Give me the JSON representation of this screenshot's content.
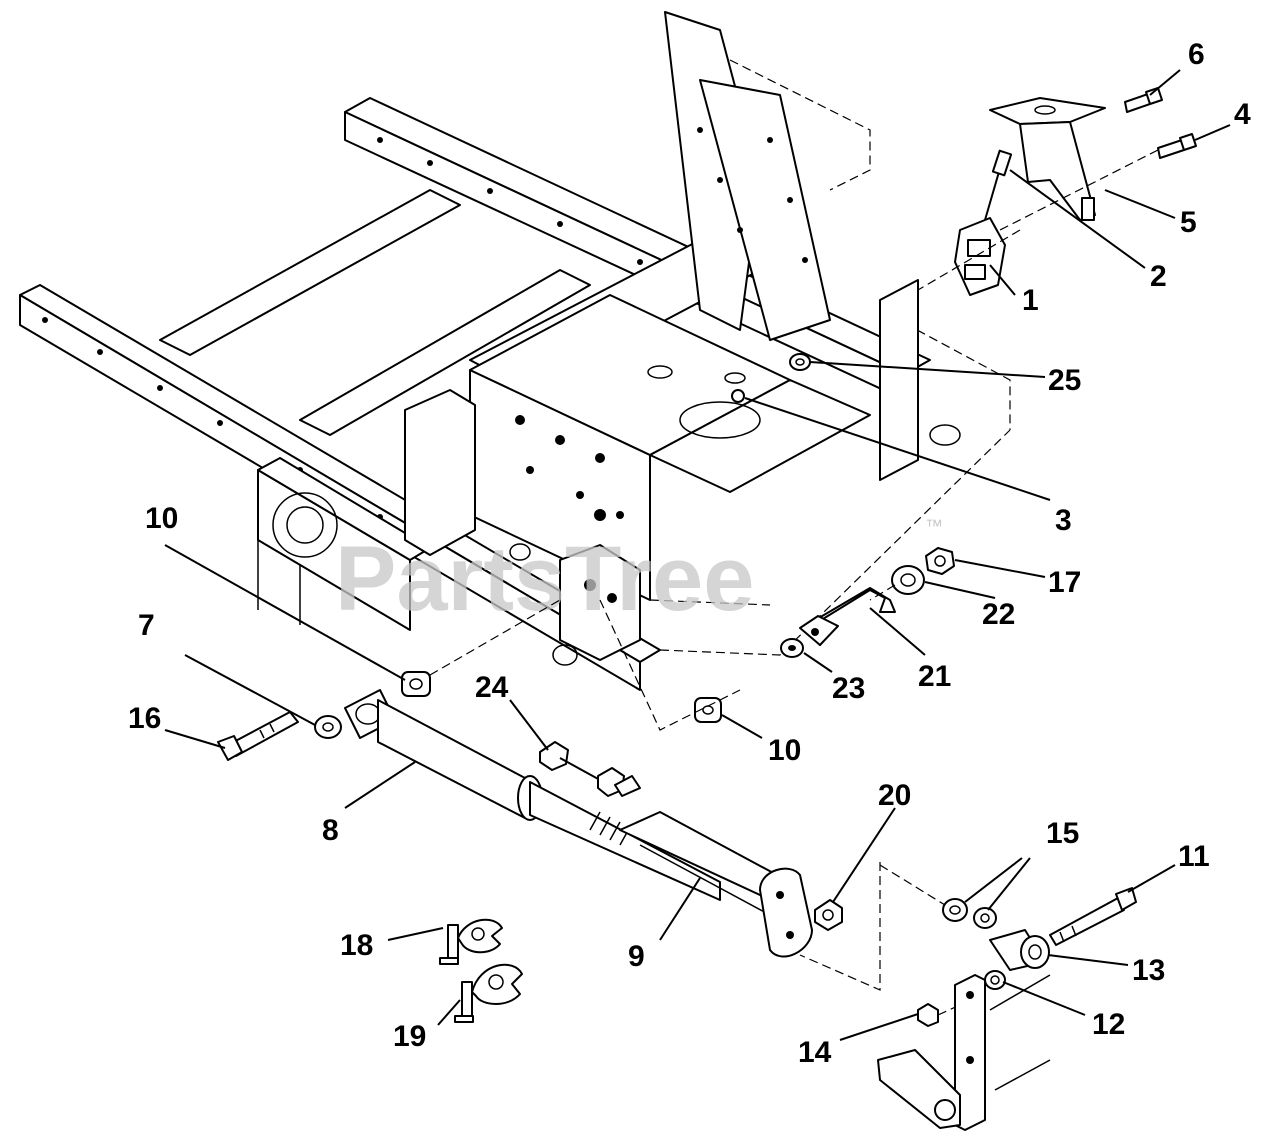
{
  "watermark": {
    "text": "PartsTree",
    "trademark": "™"
  },
  "callouts": [
    {
      "id": "c1",
      "label": "1"
    },
    {
      "id": "c2",
      "label": "2"
    },
    {
      "id": "c3",
      "label": "3"
    },
    {
      "id": "c4",
      "label": "4"
    },
    {
      "id": "c5",
      "label": "5"
    },
    {
      "id": "c6",
      "label": "6"
    },
    {
      "id": "c7",
      "label": "7"
    },
    {
      "id": "c8",
      "label": "8"
    },
    {
      "id": "c9",
      "label": "9"
    },
    {
      "id": "c10a",
      "label": "10"
    },
    {
      "id": "c10b",
      "label": "10"
    },
    {
      "id": "c11",
      "label": "11"
    },
    {
      "id": "c12",
      "label": "12"
    },
    {
      "id": "c13",
      "label": "13"
    },
    {
      "id": "c14",
      "label": "14"
    },
    {
      "id": "c15",
      "label": "15"
    },
    {
      "id": "c16",
      "label": "16"
    },
    {
      "id": "c17",
      "label": "17"
    },
    {
      "id": "c18",
      "label": "18"
    },
    {
      "id": "c19",
      "label": "19"
    },
    {
      "id": "c20",
      "label": "20"
    },
    {
      "id": "c21",
      "label": "21"
    },
    {
      "id": "c22",
      "label": "22"
    },
    {
      "id": "c23",
      "label": "23"
    },
    {
      "id": "c24",
      "label": "24"
    },
    {
      "id": "c25",
      "label": "25"
    }
  ]
}
